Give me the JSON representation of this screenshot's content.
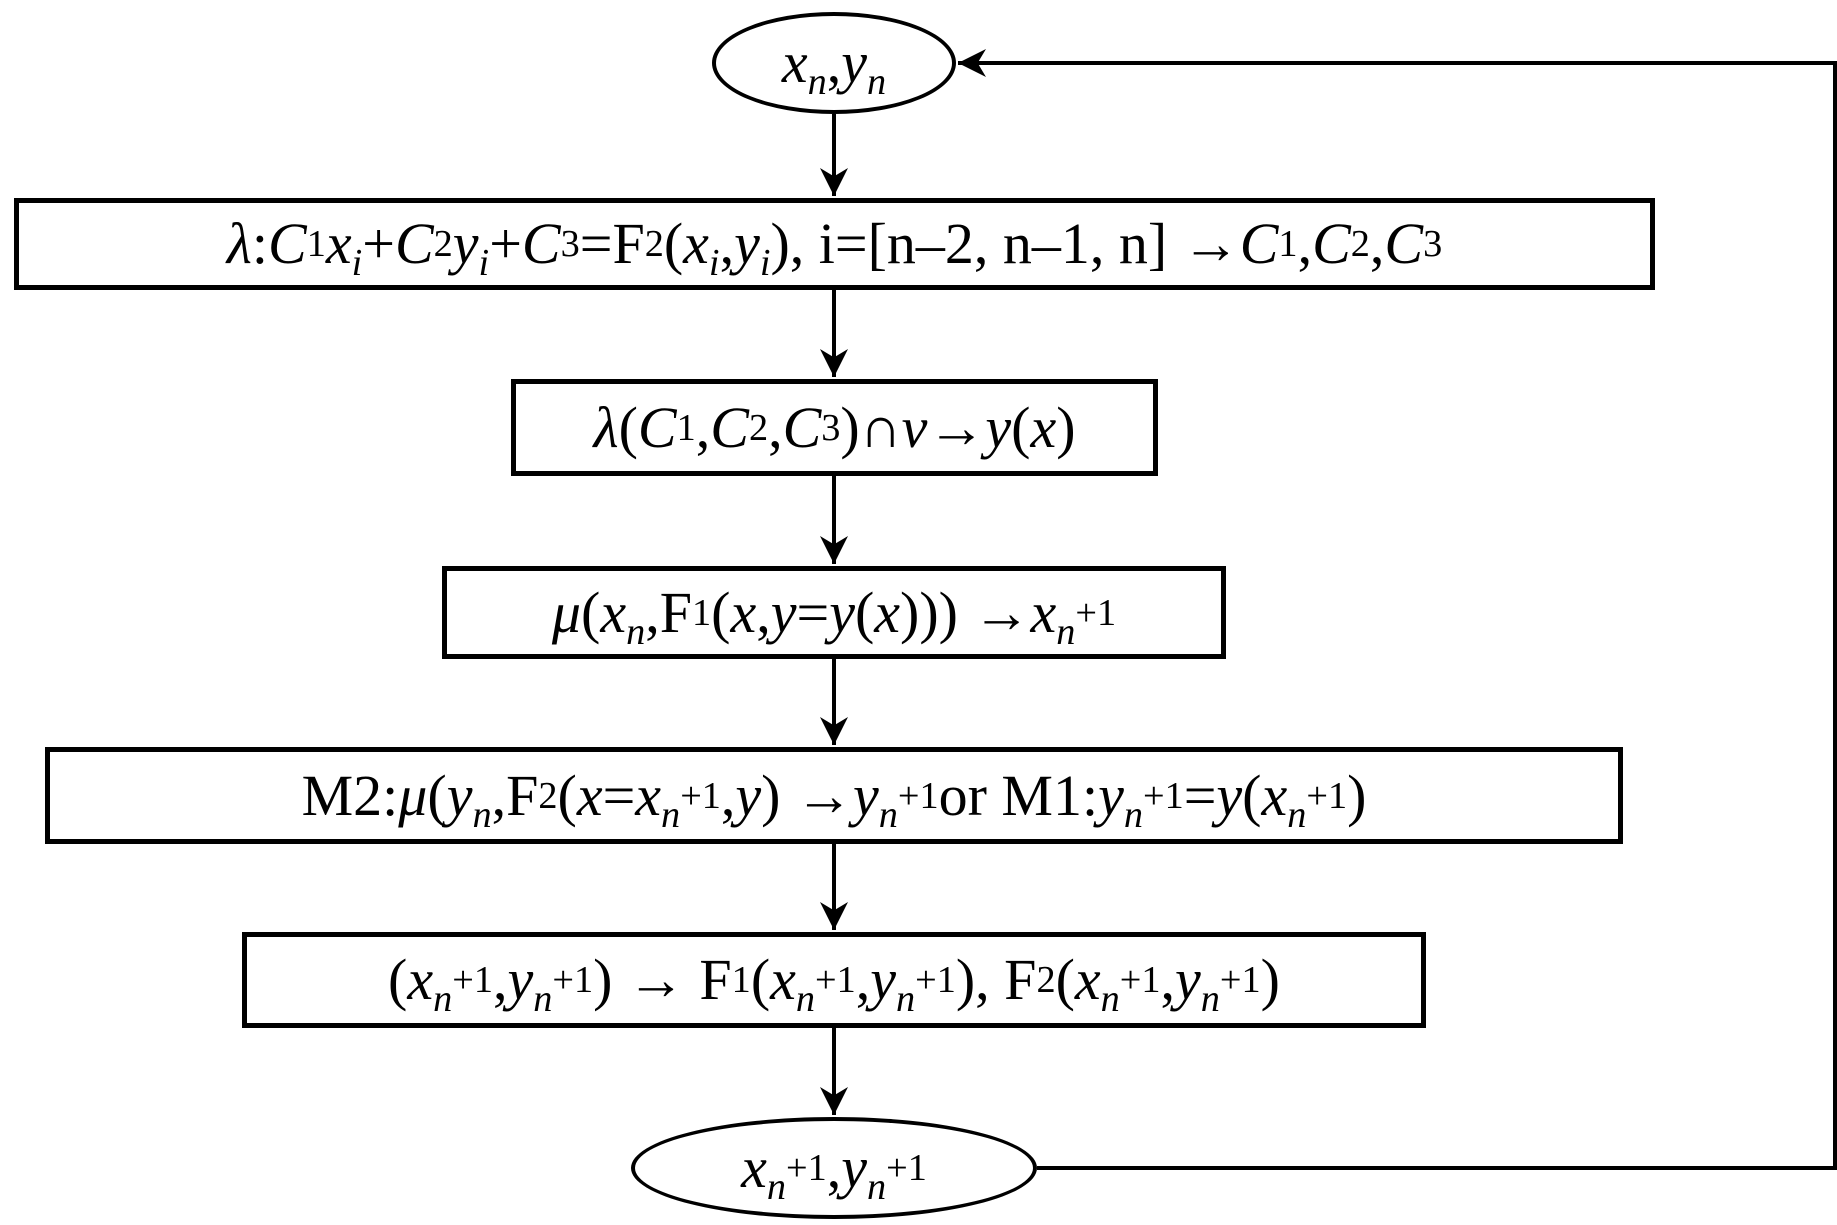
{
  "diagram": {
    "nodes": [
      {
        "id": "start",
        "shape": "ellipse",
        "html": "<i>x<sub>n</sub></i>,<i>y<sub>n</sub></i>"
      },
      {
        "id": "step1",
        "shape": "rect",
        "html": "<i>λ</i>:<i>C</i><sub>1</sub><i>x<sub>i</sub></i> + <i>C</i><sub>2</sub><i>y<sub>i</sub></i> + <i>C</i><sub>3</sub>=F<sub>2</sub>(<i>x<sub>i</sub></i>,<i>y<sub>i</sub></i>), i=[n–2, n–1, n] →<i>C</i><sub>1</sub>, <i>C</i><sub>2</sub>, <i>C</i><sub>3</sub>"
      },
      {
        "id": "step2",
        "shape": "rect",
        "html": "<i>λ</i>(<i>C</i><sub>1</sub>, <i>C</i><sub>2</sub>, <i>C</i><sub>3</sub>)∩<i>v</i>→<i>y</i>(<i>x</i>)"
      },
      {
        "id": "step3",
        "shape": "rect",
        "html": "<i>μ</i>(<i>x<sub>n</sub></i>,F<sub>1</sub>(<i>x</i>,<i>y</i> = <i>y</i>(<i>x</i>))) → <i>x<sub>n</sub></i><sub>+1</sub>"
      },
      {
        "id": "step4",
        "shape": "rect",
        "html": "M2: <i>μ</i>(<i>y<sub>n</sub></i>,F<sub>2</sub>(<i>x</i> = <i>x<sub>n</sub></i><sub>+1</sub>,<i>y</i>) → <i>y<sub>n</sub></i><sub>+1</sub> or M1: <i>y<sub>n</sub></i><sub>+1</sub> = <i>y</i>(<i>x<sub>n</sub></i><sub>+1</sub>)"
      },
      {
        "id": "step5",
        "shape": "rect",
        "html": "(<i>x<sub>n</sub></i><sub>+1</sub>, <i>y<sub>n</sub></i><sub>+1</sub>) → F<sub>1</sub> (<i>x<sub>n</sub></i><sub>+1</sub>, <i>y<sub>n</sub></i><sub>+1</sub>), F<sub>2</sub> (<i>x<sub>n</sub></i><sub>+1</sub>, <i>y<sub>n</sub></i><sub>+1</sub>)"
      },
      {
        "id": "end",
        "shape": "ellipse",
        "html": "<i>x<sub>n</sub></i><sub>+1</sub>,<i>y<sub>n</sub></i><sub>+1</sub>"
      }
    ],
    "edges": [
      {
        "from": "start",
        "to": "step1"
      },
      {
        "from": "step1",
        "to": "step2"
      },
      {
        "from": "step2",
        "to": "step3"
      },
      {
        "from": "step3",
        "to": "step4"
      },
      {
        "from": "step4",
        "to": "step5"
      },
      {
        "from": "step5",
        "to": "end"
      },
      {
        "from": "end",
        "to": "start",
        "kind": "loop-back"
      }
    ]
  }
}
